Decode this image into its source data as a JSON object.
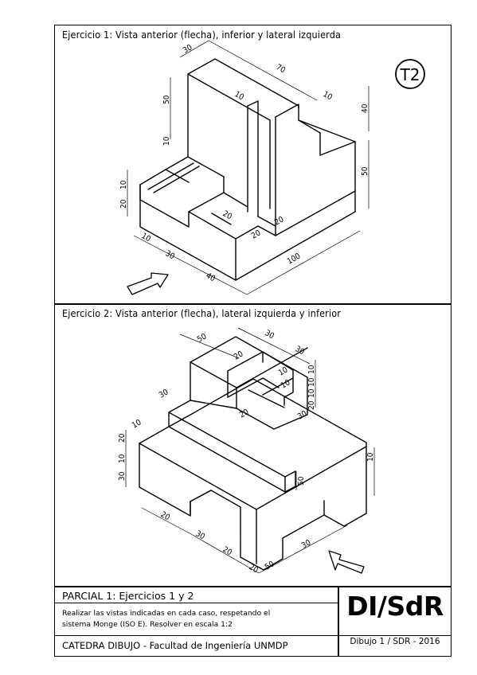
{
  "exercise1": {
    "title": "Ejercicio 1: Vista anterior (flecha), inferior y lateral izquierda",
    "badge": "T2",
    "dims": [
      "30",
      "70",
      "50",
      "10",
      "10",
      "40",
      "10",
      "50",
      "10",
      "20",
      "20",
      "20",
      "20",
      "10",
      "30",
      "40",
      "100"
    ]
  },
  "exercise2": {
    "title": "Ejercicio 2: Vista anterior (flecha), lateral izquierda y inferior",
    "dims": [
      "50",
      "30",
      "30",
      "20",
      "10",
      "10",
      "10",
      "10",
      "10",
      "20",
      "30",
      "20",
      "30",
      "10",
      "20",
      "10",
      "30",
      "10",
      "50",
      "20",
      "30",
      "20",
      "20",
      "50",
      "30"
    ]
  },
  "title_block": {
    "title": "PARCIAL 1: Ejercicios 1 y 2",
    "desc_line1": "Realizar las vistas indicadas en cada caso, respetando el",
    "desc_line2": "sistema Monge (ISO E). Resolver en escala 1:2",
    "chair": "CATEDRA DIBUJO - Facultad de Ingeniería UNMDP",
    "logo": "DI/SdR",
    "code": "Dibujo 1 / SDR - 2016"
  }
}
